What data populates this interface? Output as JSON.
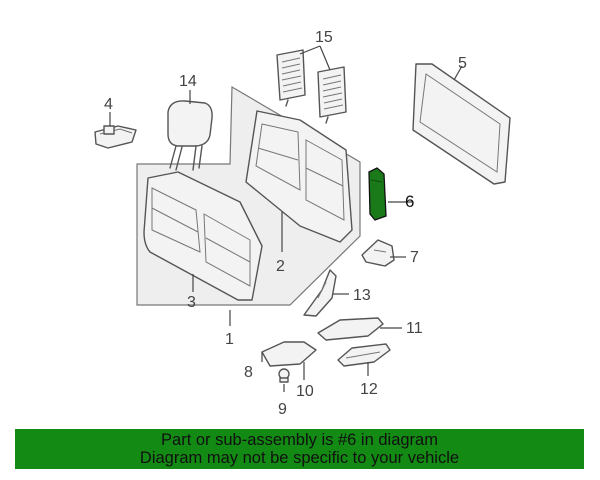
{
  "diagram": {
    "callouts": {
      "c1": "1",
      "c2": "2",
      "c3": "3",
      "c4": "4",
      "c5": "5",
      "c6": "6",
      "c7": "7",
      "c8": "8",
      "c9": "9",
      "c10": "10",
      "c11": "11",
      "c12": "12",
      "c13": "13",
      "c14": "14",
      "c15": "15"
    },
    "highlighted_part": "6",
    "colors": {
      "highlight_fill": "#1a7a1a",
      "background_panel": "#eeeeee",
      "outline": "#555555"
    }
  },
  "banner": {
    "line1": "Part or sub-assembly is #6 in diagram",
    "line2": "Diagram may not be specific to your vehicle",
    "background": "#138a13"
  }
}
